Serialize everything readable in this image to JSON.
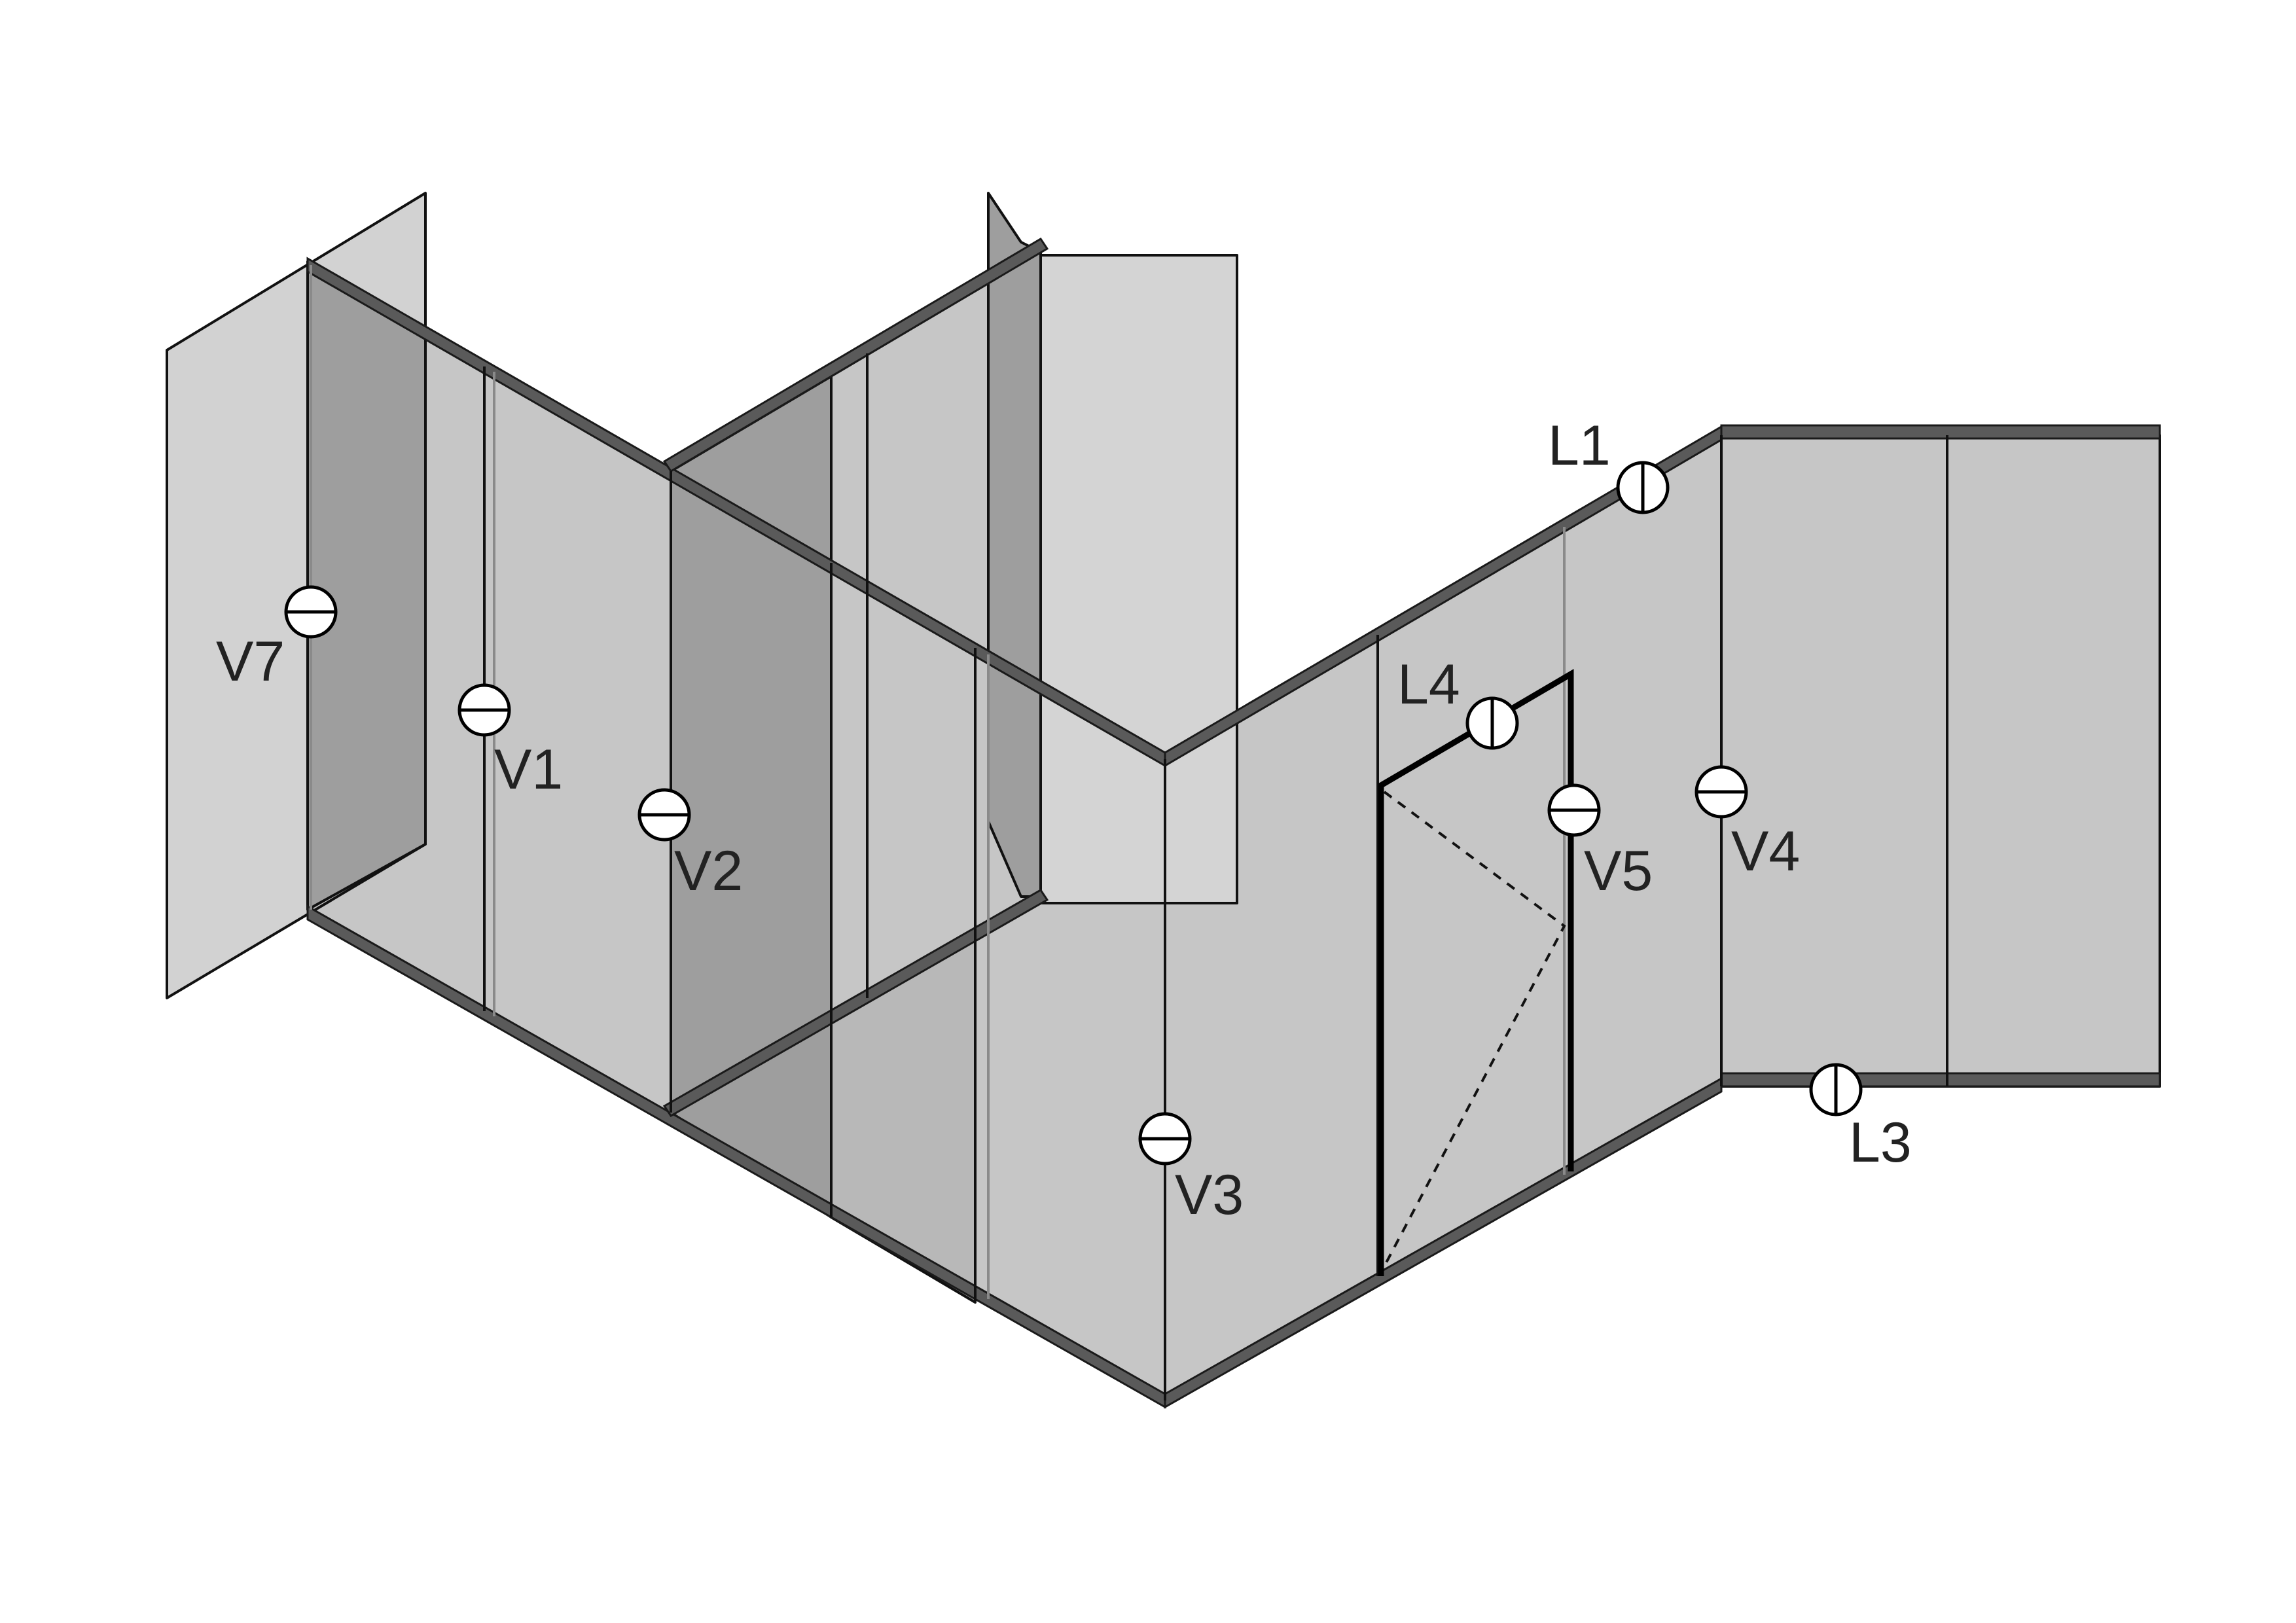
{
  "labels": {
    "V7": "V7",
    "V1": "V1",
    "V2": "V2",
    "V3": "V3",
    "V5": "V5",
    "V4": "V4",
    "L1": "L1",
    "L4": "L4",
    "L3": "L3"
  },
  "colors": {
    "panel_light": "#c6c6c6",
    "panel_dark": "#9e9e9e",
    "rail": "#5a5a5a",
    "outline": "#111111"
  }
}
